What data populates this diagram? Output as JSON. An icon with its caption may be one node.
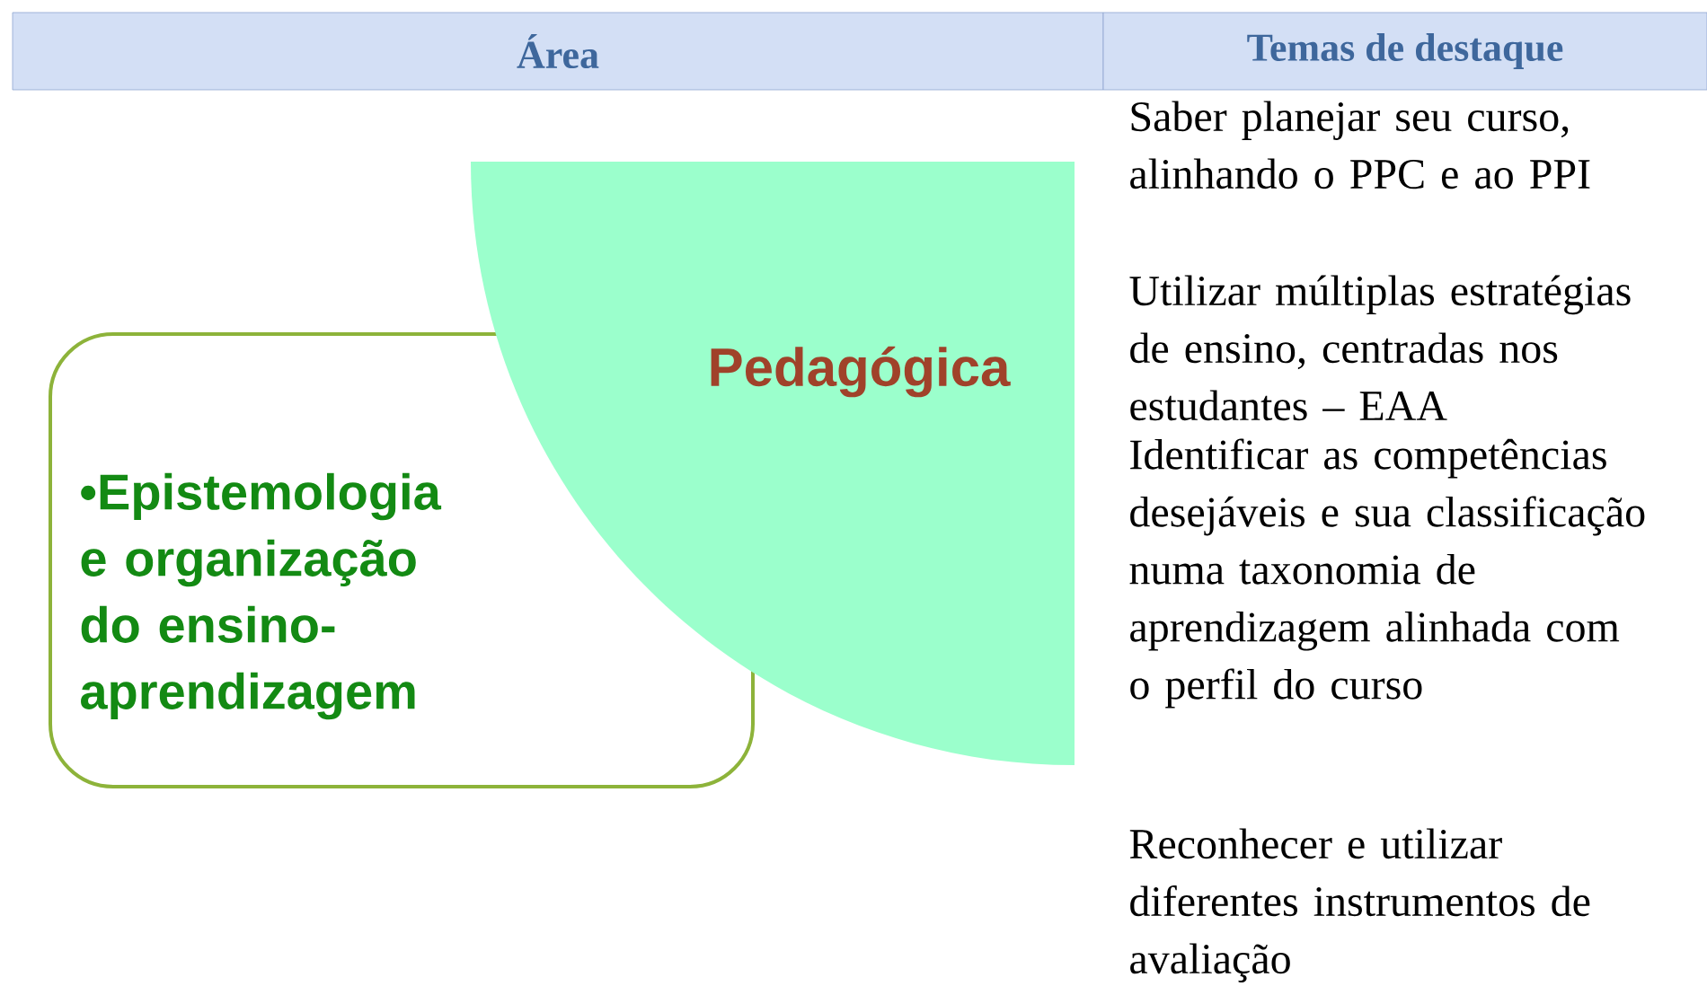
{
  "diagram": {
    "nodes": [
      {
        "text": [
          "Área"
        ]
      },
      {
        "text": [
          "Temas de destaque"
        ]
      },
      {
        "text": [
          "•Epistemologia e organização do ensino-aprendizagem"
        ]
      },
      {
        "text": [
          "Pedagógica"
        ]
      }
    ],
    "labels": [
      "Saber planejar seu curso, alinhando o PPC e ao PPI",
      "Utilizar múltiplas estratégias de ensino, centradas nos estudantes – EAA",
      "Identificar as competências desejáveis e sua classificação numa taxonomia de aprendizagem alinhada com o perfil do curso",
      "Reconhecer e utilizar diferentes instrumentos de avaliação"
    ]
  }
}
